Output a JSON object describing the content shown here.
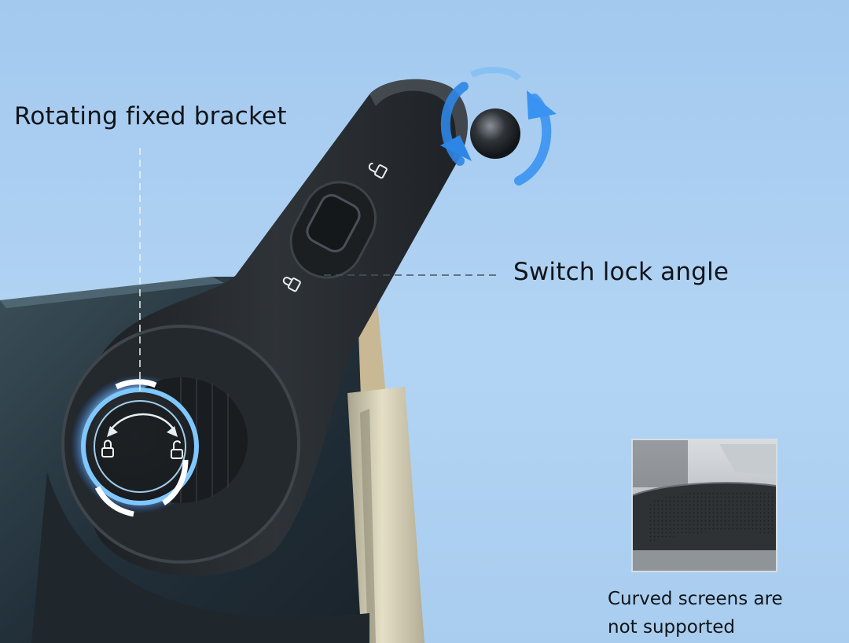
{
  "labels": {
    "rotating_fixed_bracket": "Rotating fixed bracket",
    "switch_lock_angle": "Switch lock angle",
    "curved_screens_line1": "Curved screens are",
    "curved_screens_line2": "not supported"
  },
  "colors": {
    "background": "#a9cdf0",
    "bracket": "#25292d",
    "glow_accent": "#2f7de0",
    "text": "#111418"
  },
  "icons": {
    "lock": "lock-icon",
    "unlock": "unlock-icon",
    "rotate_arrows": "rotate-arrows-icon"
  }
}
